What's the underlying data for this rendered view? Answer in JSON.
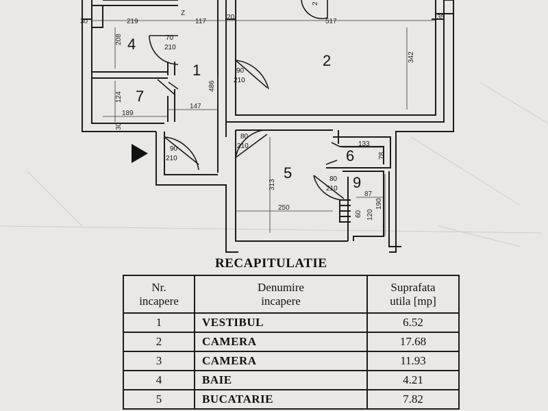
{
  "plan": {
    "rooms": [
      "1",
      "2",
      "4",
      "5",
      "6",
      "7",
      "9"
    ],
    "dims": {
      "d30a": "30",
      "d219": "219",
      "d117": "117",
      "d20": "20",
      "d517": "517",
      "d35": "35",
      "d208": "208",
      "d342": "342",
      "d486": "486",
      "d124": "124",
      "d189": "189",
      "d147": "147",
      "d30b": "30",
      "d133": "133",
      "d78": "78",
      "d313": "313",
      "d87": "87",
      "d190": "190",
      "d120": "120",
      "d60": "60",
      "d250": "250",
      "dz": "Z",
      "dtop": "2"
    },
    "doors": [
      {
        "w": "70",
        "h": "210"
      },
      {
        "w": "90",
        "h": "210"
      },
      {
        "w": "80",
        "h": "210"
      },
      {
        "w": "90",
        "h": "210"
      },
      {
        "w": "80",
        "h": "210"
      }
    ]
  },
  "recap": {
    "title": "RECAPITULATIE",
    "headers": {
      "nr": [
        "Nr.",
        "incapere"
      ],
      "name": [
        "Denumire",
        "incapere"
      ],
      "area": [
        "Suprafata",
        "utila [mp]"
      ]
    },
    "rows": [
      {
        "nr": "1",
        "name": "VESTIBUL",
        "area": "6.52"
      },
      {
        "nr": "2",
        "name": "CAMERA",
        "area": "17.68"
      },
      {
        "nr": "3",
        "name": "CAMERA",
        "area": "11.93"
      },
      {
        "nr": "4",
        "name": "BAIE",
        "area": "4.21"
      },
      {
        "nr": "5",
        "name": "BUCATARIE",
        "area": "7.82"
      }
    ]
  }
}
